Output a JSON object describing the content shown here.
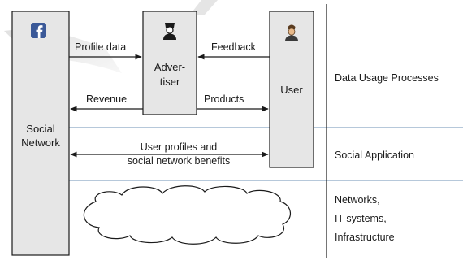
{
  "actors": {
    "social_network": "Social\nNetwork",
    "advertiser": "Adver-\ntiser",
    "user": "User"
  },
  "flows": {
    "profile_data": "Profile data",
    "feedback": "Feedback",
    "revenue": "Revenue",
    "products": "Products",
    "user_profiles": "User profiles and\nsocial network benefits"
  },
  "layers": {
    "data_usage": "Data Usage Processes",
    "social_application": "Social Application",
    "infrastructure": "Networks,\nIT systems,\nInfrastructure"
  },
  "icons": {
    "facebook": "facebook-logo-icon",
    "advertiser": "person-icon",
    "user": "person-icon"
  },
  "colors": {
    "box_fill": "#e6e6e6",
    "layer_line": "#8aa6c3",
    "facebook_blue": "#3b5998",
    "stroke": "#1a1a1a"
  }
}
